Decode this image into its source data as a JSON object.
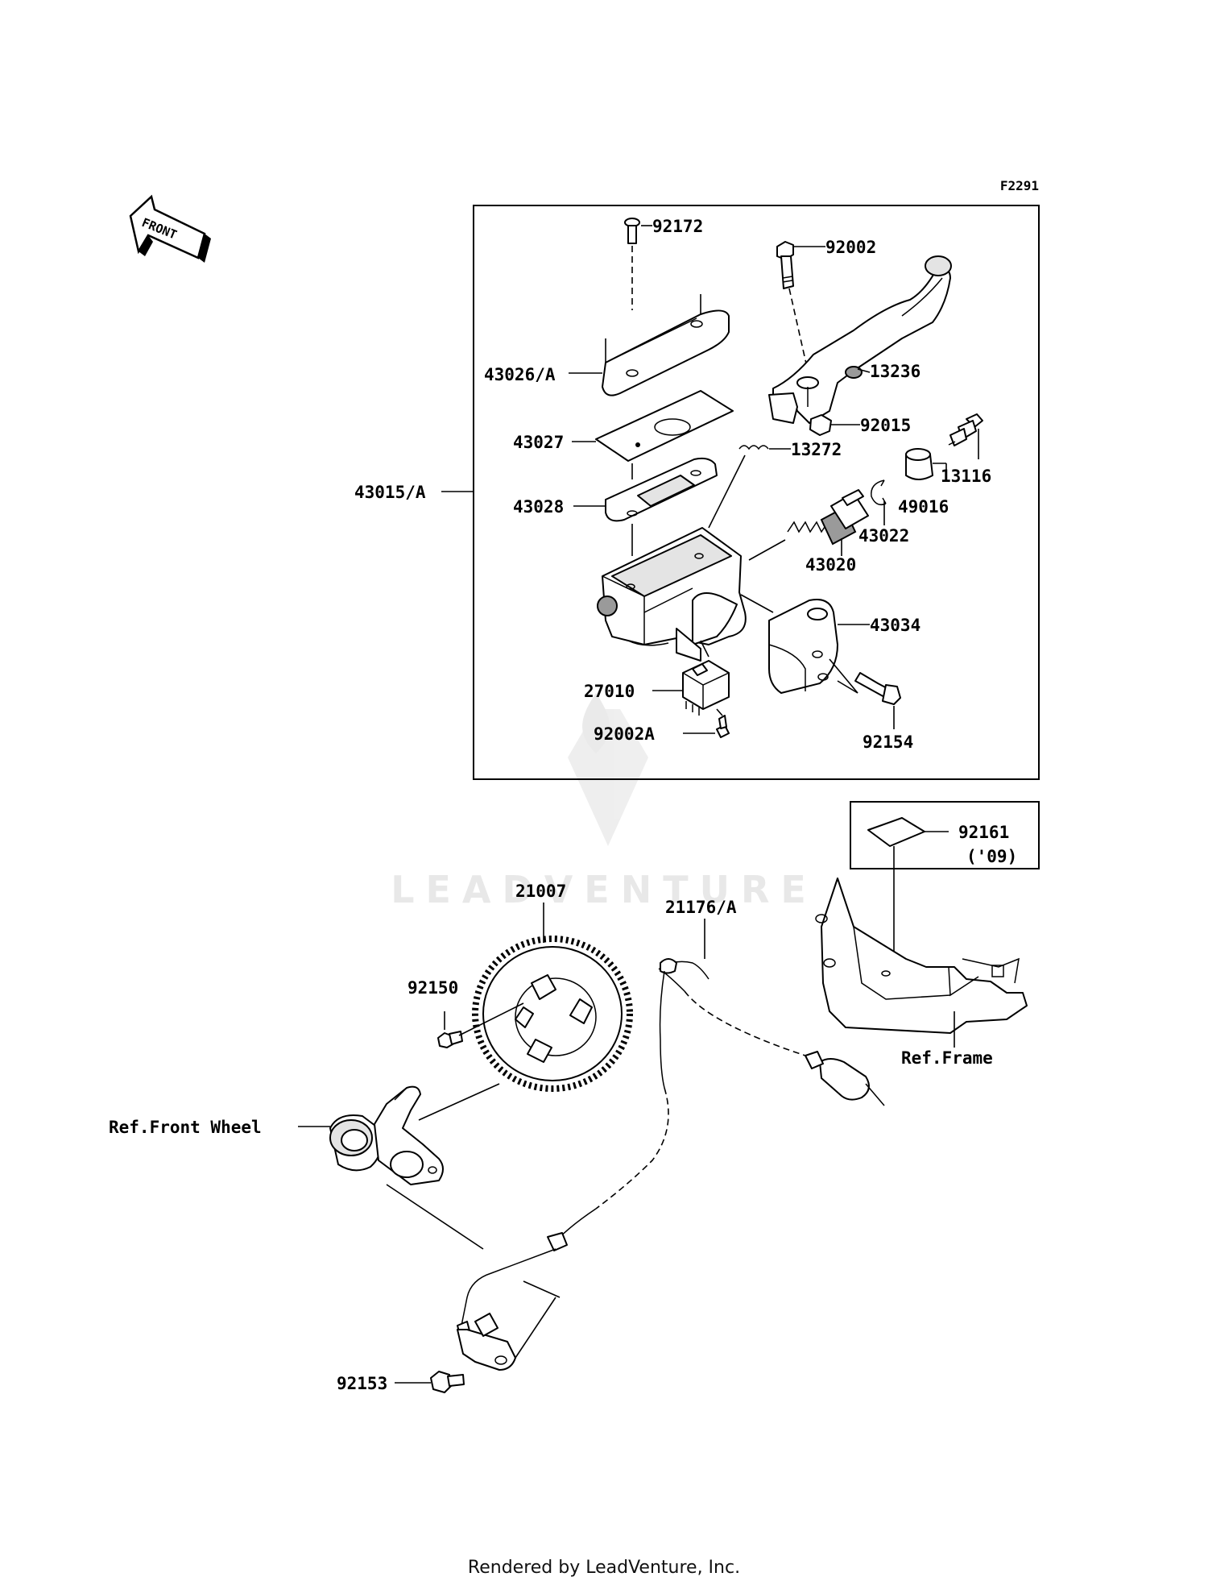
{
  "diagram_code": "F2291",
  "front_arrow": "FRONT",
  "labels": {
    "p92172": "92172",
    "p92002": "92002",
    "p43026": "43026/A",
    "p13236": "13236",
    "p92015": "92015",
    "p43027": "43027",
    "p13272": "13272",
    "p13116": "13116",
    "p43015": "43015/A",
    "p43028": "43028",
    "p49016": "49016",
    "p43022": "43022",
    "p43020": "43020",
    "p43034": "43034",
    "p27010": "27010",
    "p92002a": "92002A",
    "p92154": "92154",
    "p92161": "92161",
    "p92161_note": "('09)",
    "p21007": "21007",
    "p21176": "21176/A",
    "p92150": "92150",
    "ref_frame": "Ref.Frame",
    "ref_front_wheel": "Ref.Front Wheel",
    "p92153": "92153"
  },
  "watermark": "LEADVENTURE",
  "footer": "Rendered by LeadVenture, Inc."
}
